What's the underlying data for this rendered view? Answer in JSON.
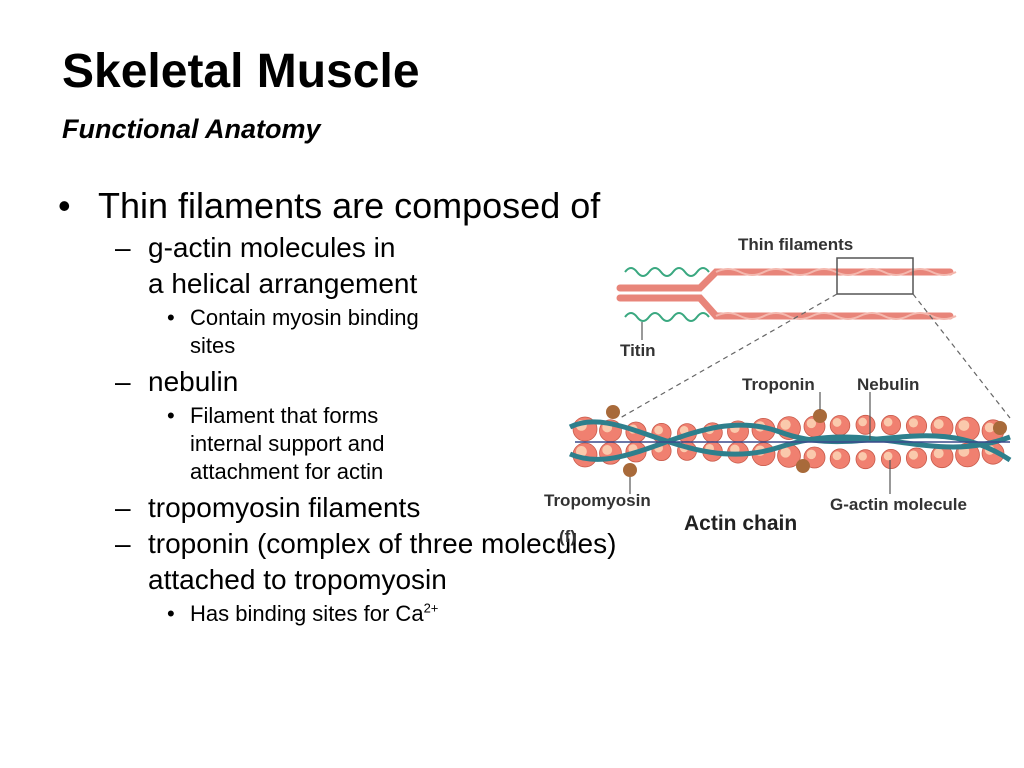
{
  "slide": {
    "title": "Skeletal Muscle",
    "subtitle": "Functional Anatomy"
  },
  "bullets": {
    "main": "Thin filaments are composed of",
    "item1": "g-actin molecules in\na helical arrangement",
    "item1_sub": "Contain myosin binding\nsites",
    "item2": "nebulin",
    "item2_sub": "Filament that forms\ninternal support and\nattachment for actin",
    "item3": "tropomyosin filaments",
    "item4": "troponin (complex of three molecules)\nattached to tropomyosin",
    "item4_sub": "Has binding sites for Ca",
    "item4_sub_sup": "2+",
    "bullet_symbol": "•",
    "dash_symbol": "–"
  },
  "figure": {
    "label_thin_filaments": "Thin filaments",
    "label_titin": "Titin",
    "label_troponin": "Troponin",
    "label_nebulin": "Nebulin",
    "label_tropomyosin": "Tropomyosin",
    "label_g_actin": "G-actin molecule",
    "label_actin_chain": "Actin chain",
    "label_panel": "(f)",
    "colors": {
      "actin_bead": "#f08070",
      "actin_highlight": "#fde1c0",
      "tropomyosin": "#2e7f8c",
      "troponin": "#a86a3a",
      "nebulin": "#3a4a8c",
      "titin": "#3aa880",
      "filament": "#e8857a"
    }
  }
}
